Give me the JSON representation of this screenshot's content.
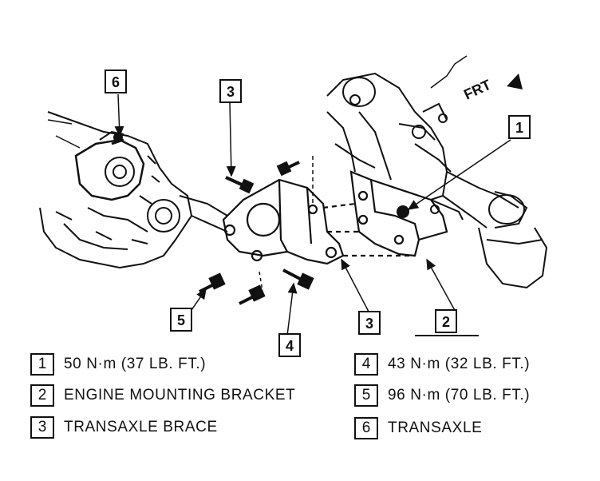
{
  "direction_label": "FRT",
  "callouts": {
    "c1": "1",
    "c2": "2",
    "c3a": "3",
    "c3b": "3",
    "c4": "4",
    "c5": "5",
    "c6": "6"
  },
  "legend": [
    {
      "num": "1",
      "text": "50 N·m (37 LB. FT.)"
    },
    {
      "num": "2",
      "text": "ENGINE MOUNTING BRACKET"
    },
    {
      "num": "3",
      "text": "TRANSAXLE BRACE"
    },
    {
      "num": "4",
      "text": "43 N·m (32 LB. FT.)"
    },
    {
      "num": "5",
      "text": "96 N·m (70 LB. FT.)"
    },
    {
      "num": "6",
      "text": "TRANSAXLE"
    }
  ]
}
